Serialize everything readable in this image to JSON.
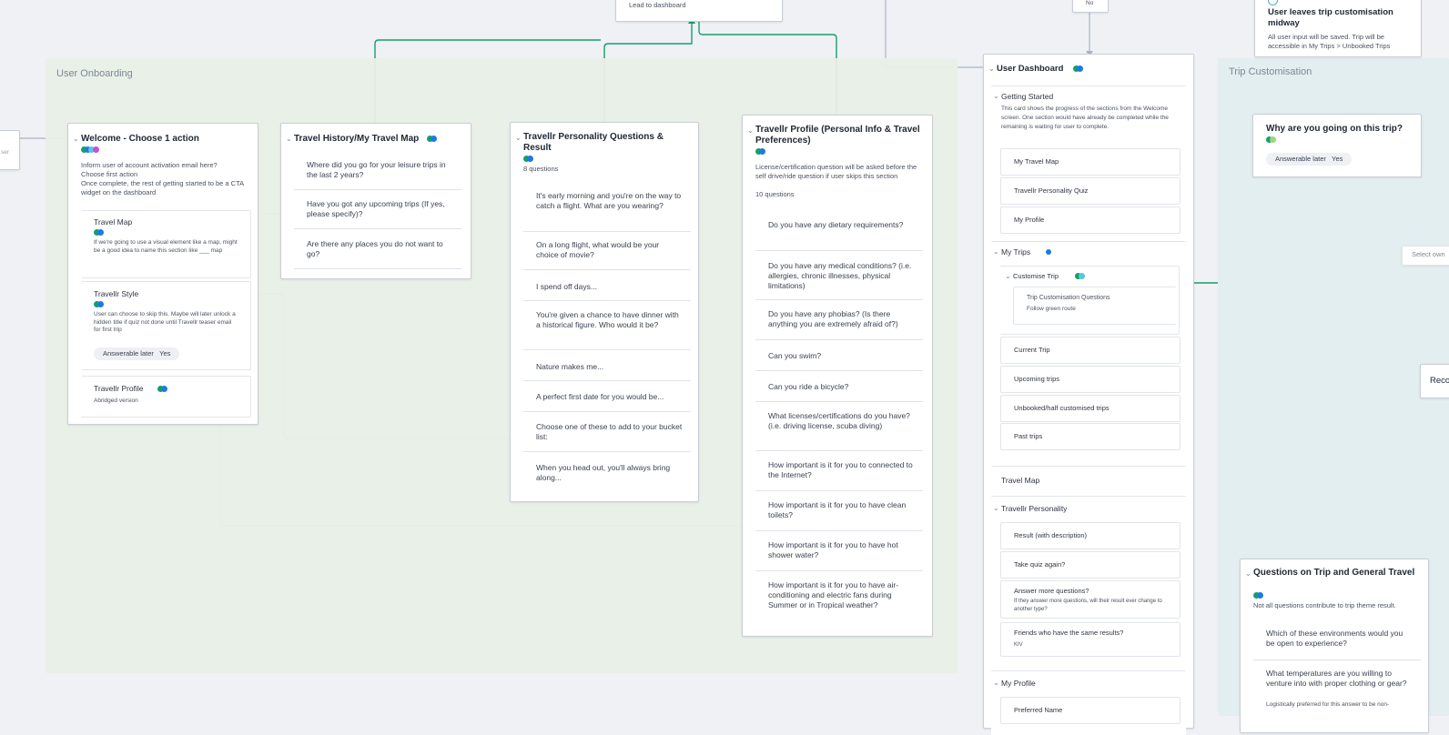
{
  "colors": {
    "green": "#14a06a",
    "blue": "#1f7ae0",
    "gray_line": "#aab3c5"
  },
  "top": {
    "lead_card": "Lead to dashboard",
    "no_label": "No",
    "leave_card": {
      "title": "User leaves trip customisation midway",
      "desc": "All user input will be saved. Trip will be accessible in My Trips > Unbooked Trips"
    }
  },
  "groups": {
    "onboarding": "User Onboarding",
    "trip_customisation": "Trip Customisation"
  },
  "edge_fragment": "ser",
  "welcome": {
    "title": "Welcome - Choose 1 action",
    "desc": [
      "Inform user of account activation email here?",
      "Choose first action",
      "Once complete, the rest of getting started to be a CTA widget on the dashboard"
    ],
    "items": [
      {
        "title": "Travel Map",
        "desc": "If we're going to use a visual element like a map, might be a good idea to name this section like ___ map"
      },
      {
        "title": "Travellr Style",
        "desc": "User can choose to skip this. Maybe will later unlock a hidden title if quiz not done until Travellr teaser email for first trip",
        "pill_label": "Answerable later",
        "pill_value": "Yes"
      },
      {
        "title": "Travellr Profile",
        "desc": "Abridged version"
      }
    ]
  },
  "history": {
    "title": "Travel History/My Travel Map",
    "rows": [
      "Where did you go for your leisure trips in the last 2 years?",
      "Have you got any upcoming trips (If yes, please specify)?",
      "Are there any places you do not want to go?"
    ]
  },
  "personality": {
    "title": "Travellr Personality Questions & Result",
    "meta": "8 questions",
    "rows": [
      "It's early morning and you're on the way to catch a flight. What are you wearing?",
      "On a long flight, what would be your choice of movie?",
      "I spend off days...",
      "You're given a chance to have dinner with a historical figure. Who would it be?",
      "Nature makes me...",
      "A perfect first date for you would be...",
      "Choose one of these to add to your bucket list:",
      "When you head out, you'll always bring along..."
    ]
  },
  "profile": {
    "title": "Travellr Profile (Personal Info & Travel Preferences)",
    "desc": "License/certification question will be asked before the self drive/ride question if user skips this section",
    "meta": "10 questions",
    "rows": [
      "Do you have any dietary requirements?",
      "Do you have any medical conditions? (i.e. allergies, chronic illnesses, physical limitations)",
      "Do you have any phobias? (Is there anything you are extremely afraid of?)",
      "Can you swim?",
      "Can you ride a bicycle?",
      "What licenses/certifications do you have? (i.e. driving license, scuba diving)",
      "How important is it for you to connected to the Internet?",
      "How important is it for you to have clean toilets?",
      "How important is it for you to have hot shower water?",
      "How important is it for you to have air-conditioning and electric fans during Summer or in Tropical weather?"
    ]
  },
  "dashboard": {
    "title": "User Dashboard",
    "getting_started": {
      "title": "Getting Started",
      "desc": "This card shows the progress of the sections from the Welcome screen. One section would have already be completed while the remaining is waiting for user to complete.",
      "items": [
        "My Travel Map",
        "Travellr Personality Quiz",
        "My Profile"
      ]
    },
    "my_trips": {
      "title": "My Trips",
      "customise": "Customise Trip",
      "custom_q_title": "Trip Customisation Questions",
      "custom_q_sub": "Follow green route",
      "items": [
        "Current Trip",
        "Upcoming trips",
        "Unbooked/half customised trips",
        "Past trips"
      ]
    },
    "travel_map": "Travel Map",
    "personality": {
      "title": "Travellr Personality",
      "items": [
        "Result (with description)",
        "Take quiz again?"
      ],
      "answer_more": "Answer more questions?",
      "answer_more_sub": "If they answer more questions, will their result ever change to another type?",
      "friends": "Friends who have the same results?",
      "friends_sub": "KIV"
    },
    "my_profile": {
      "title": "My Profile",
      "items": [
        "Preferred Name"
      ]
    }
  },
  "why": {
    "title": "Why are you going on this trip?",
    "pill_label": "Answerable later",
    "pill_value": "Yes"
  },
  "select_own": "Select own",
  "recomme": "Recomme",
  "questions": {
    "title": "Questions on Trip and General Travel",
    "desc": "Not all questions contribute to trip theme result.",
    "rows": [
      "Which of these environments would you be open to experience?",
      "What temperatures are you willing to venture into with proper clothing or gear?"
    ],
    "cut_text": "Logistically preferred for this answer to be non-"
  }
}
